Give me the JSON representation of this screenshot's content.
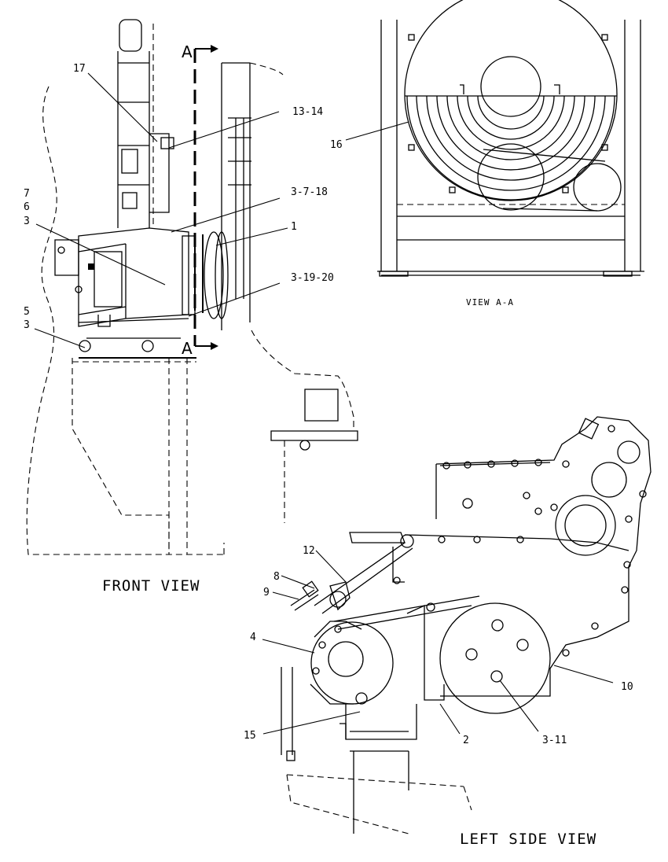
{
  "views": {
    "front": "FRONT VIEW",
    "side": "LEFT SIDE VIEW",
    "section": "VIEW A-A",
    "section_mark_top": "A",
    "section_mark_bottom": "A"
  },
  "callouts": {
    "c17": "17",
    "c13_14": "13-14",
    "c7": "7",
    "c6": "6",
    "c3a": "3",
    "c3_7_18": "3-7-18",
    "c1": "1",
    "c3_19_20": "3-19-20",
    "c5": "5",
    "c3b": "3",
    "c16": "16",
    "c12": "12",
    "c8": "8",
    "c9": "9",
    "c4": "4",
    "c10": "10",
    "c15": "15",
    "c2": "2",
    "c3_11": "3-11"
  }
}
